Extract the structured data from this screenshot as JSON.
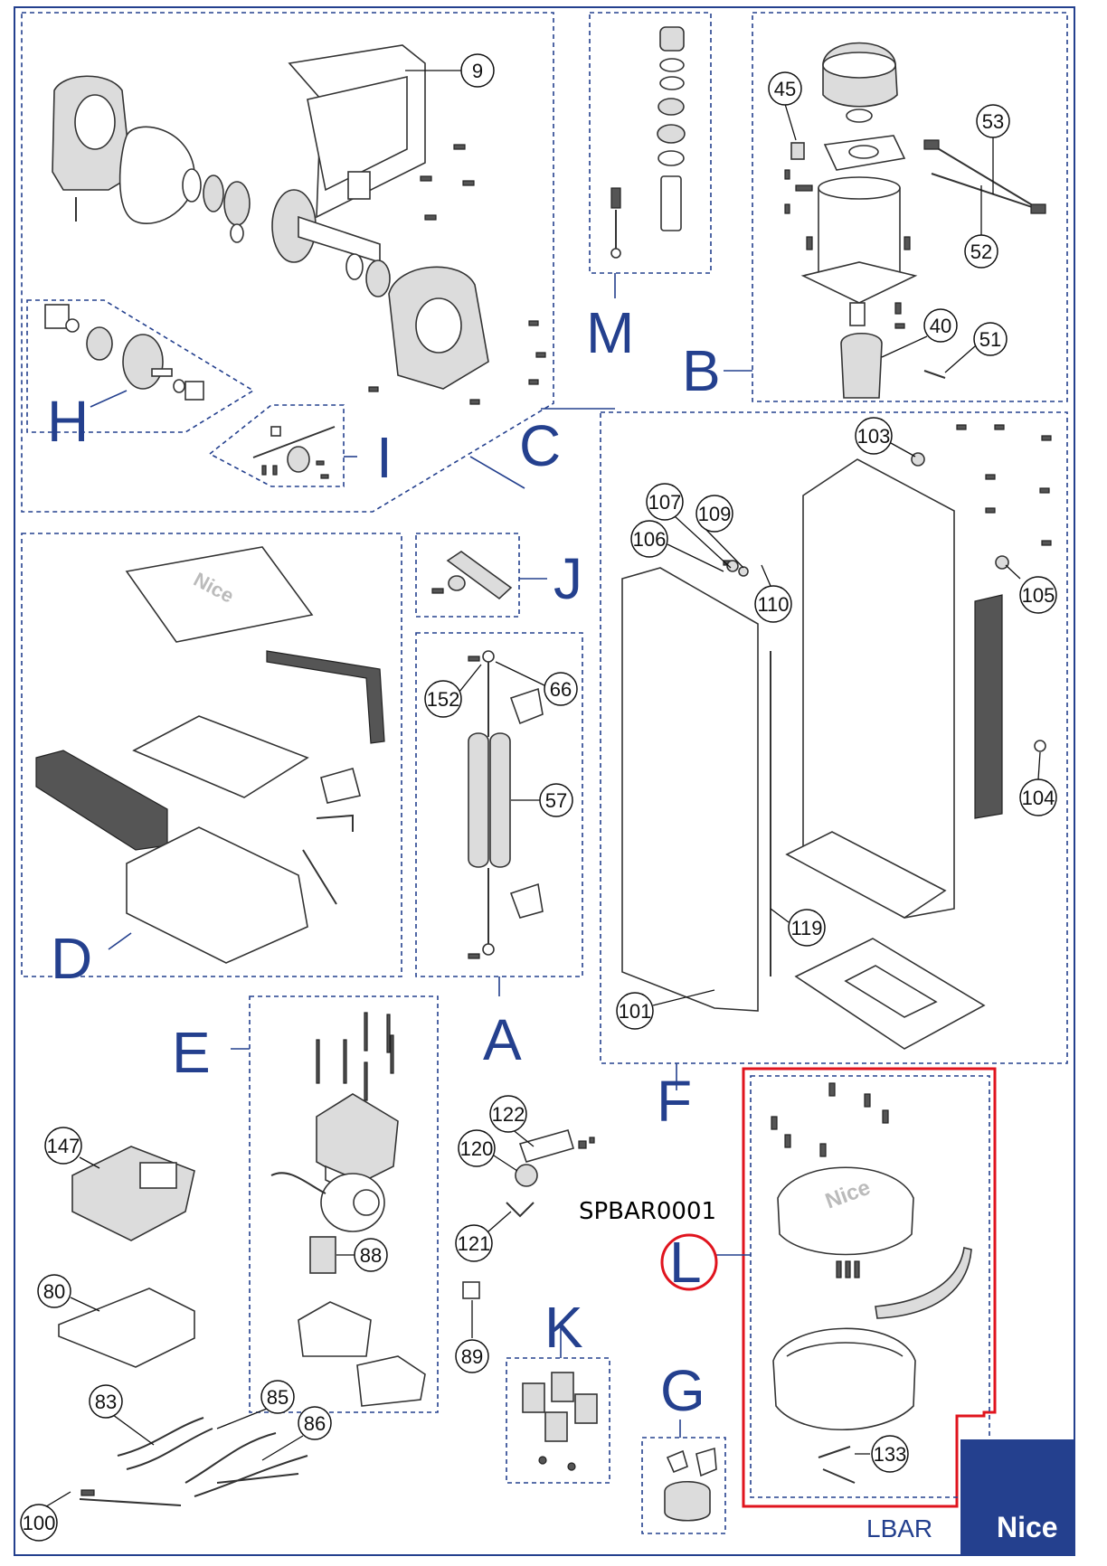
{
  "groups": {
    "A": "A",
    "B": "B",
    "C": "C",
    "D": "D",
    "E": "E",
    "F": "F",
    "G": "G",
    "H": "H",
    "I": "I",
    "J": "J",
    "K": "K",
    "L": "L",
    "M": "M"
  },
  "callouts": {
    "c9": "9",
    "c45": "45",
    "c53": "53",
    "c52": "52",
    "c40": "40",
    "c51": "51",
    "c103": "103",
    "c107": "107",
    "c109": "109",
    "c106": "106",
    "c110": "110",
    "c105": "105",
    "c104": "104",
    "c119": "119",
    "c101": "101",
    "c152": "152",
    "c66": "66",
    "c57": "57",
    "c122": "122",
    "c120": "120",
    "c121": "121",
    "c89": "89",
    "c147": "147",
    "c80": "80",
    "c88": "88",
    "c83": "83",
    "c85": "85",
    "c86": "86",
    "c100": "100",
    "c133": "133"
  },
  "part_code": "SPBAR0001",
  "model": "LBAR",
  "brand_logo": "Nice",
  "colors": {
    "group_label": "#24408e",
    "dashed_box": "#24408e",
    "highlight": "#e0141e",
    "logo_background": "#24408e"
  }
}
